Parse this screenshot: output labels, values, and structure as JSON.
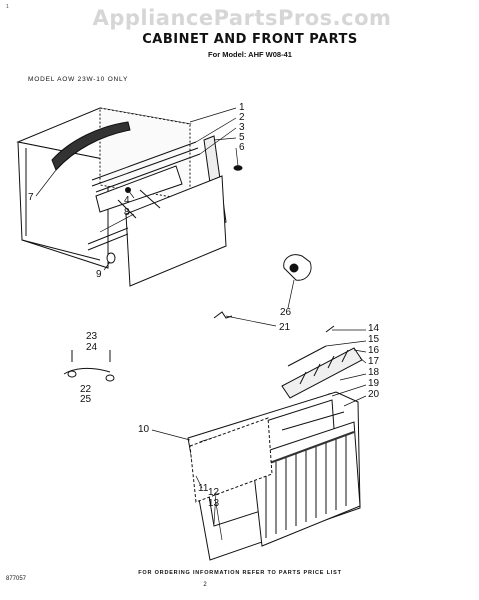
{
  "watermark": "AppliancePartsPros.com",
  "title": "CABINET AND FRONT PARTS",
  "subtitle": "For Model: AHF W08-41",
  "model_note": "MODEL AOW 23W-10 ONLY",
  "top_mark": "1 ",
  "footer_note": "FOR ORDERING INFORMATION REFER TO PARTS PRICE LIST",
  "page_number": "2",
  "doc_number": "877057",
  "callouts": [
    "1",
    "2",
    "3",
    "5",
    "6",
    "4",
    "7",
    "8",
    "9",
    "26",
    "21",
    "23",
    "24",
    "22",
    "25",
    "14",
    "15",
    "16",
    "17",
    "18",
    "19",
    "20",
    "10",
    "11",
    "12",
    "13"
  ]
}
